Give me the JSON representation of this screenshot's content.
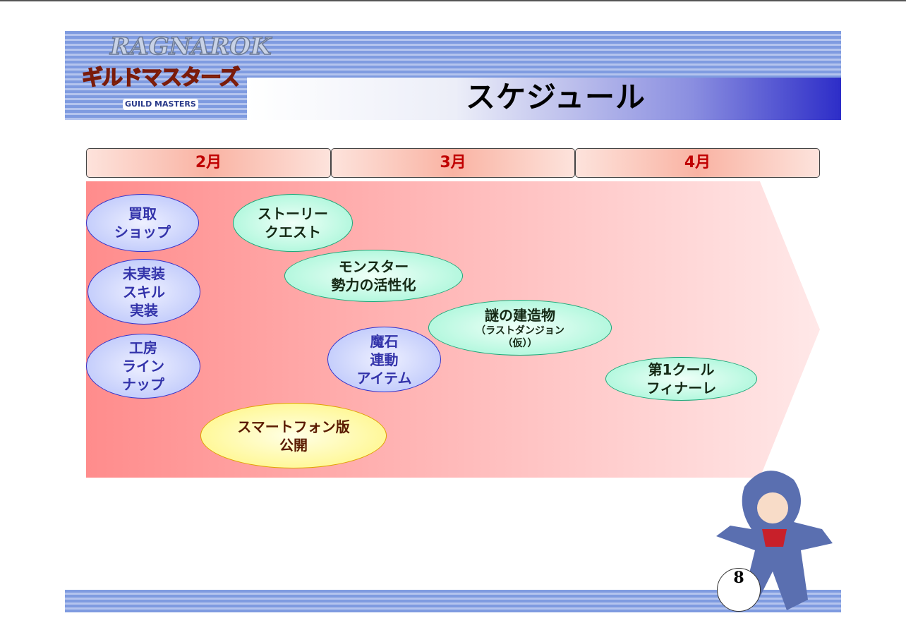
{
  "header": {
    "title": "スケジュール",
    "logo_text": "RAGNAROK",
    "logo_jp": "ギルドマスターズ",
    "logo_sub": "GUILD MASTERS"
  },
  "months": [
    "2月",
    "3月",
    "4月"
  ],
  "events": {
    "shop": [
      "買取",
      "ショップ"
    ],
    "skill": [
      "未実装",
      "スキル",
      "実装"
    ],
    "workshop": [
      "工房",
      "ライン",
      "ナップ"
    ],
    "story": [
      "ストーリー",
      "クエスト"
    ],
    "monster": [
      "モンスター",
      "勢力の活性化"
    ],
    "mystery": [
      "謎の建造物",
      "（ラストダンジョン",
      "（仮））"
    ],
    "magicstone": [
      "魔石",
      "連動",
      "アイテム"
    ],
    "finale": [
      "第1クール",
      "フィナーレ"
    ],
    "smartphone": [
      "スマートフォン版",
      "公開"
    ]
  },
  "page_number": "8"
}
